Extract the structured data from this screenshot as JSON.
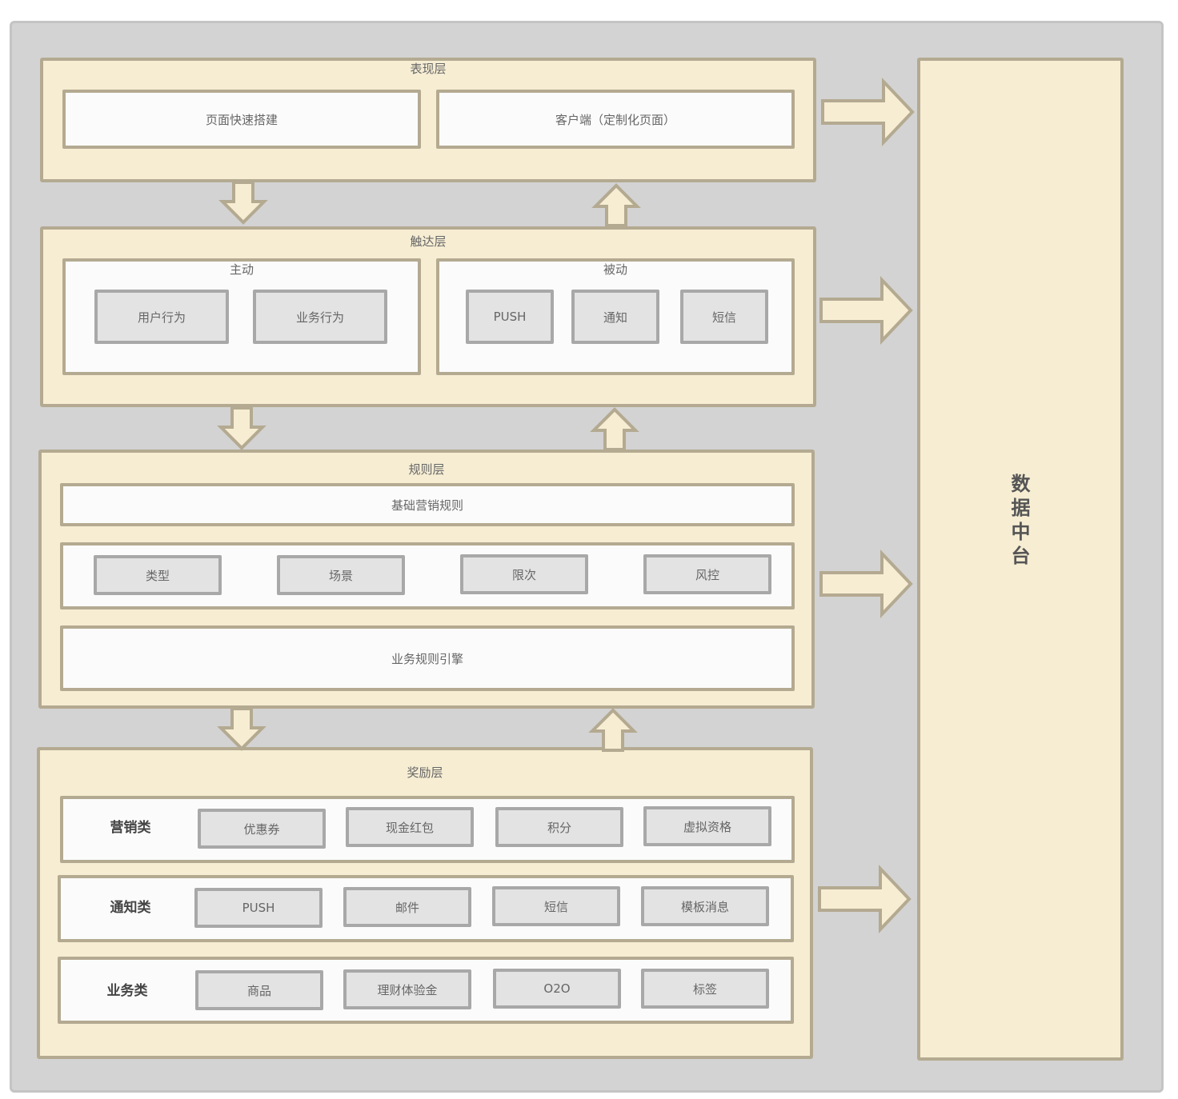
{
  "presentation_layer": {
    "title": "表现层",
    "left_box": "页面快速搭建",
    "right_box": "客户端（定制化页面）"
  },
  "reach_layer": {
    "title": "触达层",
    "active": {
      "title": "主动",
      "items": [
        "用户行为",
        "业务行为"
      ]
    },
    "passive": {
      "title": "被动",
      "items": [
        "PUSH",
        "通知",
        "短信"
      ]
    }
  },
  "rule_layer": {
    "title": "规则层",
    "basic_rules": "基础营销规则",
    "items": [
      "类型",
      "场景",
      "限次",
      "风控"
    ],
    "engine": "业务规则引擎"
  },
  "reward_layer": {
    "title": "奖励层",
    "rows": [
      {
        "category": "营销类",
        "items": [
          "优惠券",
          "现金红包",
          "积分",
          "虚拟资格"
        ]
      },
      {
        "category": "通知类",
        "items": [
          "PUSH",
          "邮件",
          "短信",
          "模板消息"
        ]
      },
      {
        "category": "业务类",
        "items": [
          "商品",
          "理财体验金",
          "O2O",
          "标签"
        ]
      }
    ]
  },
  "data_platform": {
    "title": "数据中台"
  }
}
